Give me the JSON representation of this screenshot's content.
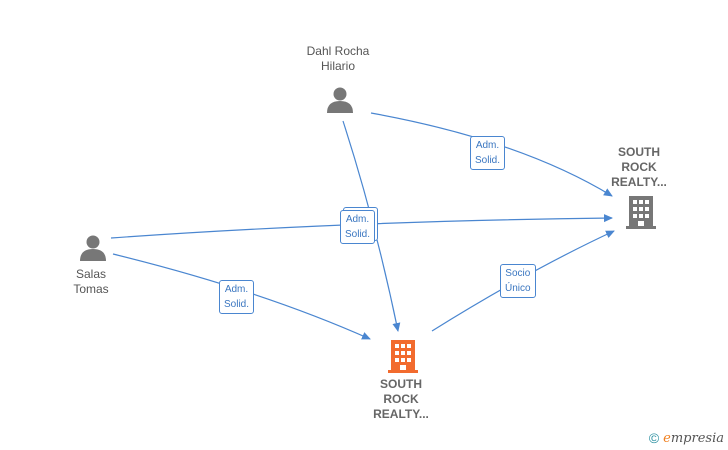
{
  "nodes": {
    "dahl": {
      "lines": [
        "Dahl Rocha",
        "Hilario"
      ],
      "kind": "person"
    },
    "salas": {
      "lines": [
        "Salas",
        "Tomas"
      ],
      "kind": "person"
    },
    "company_top": {
      "lines": [
        "SOUTH",
        "ROCK",
        "REALTY..."
      ],
      "kind": "company"
    },
    "company_main": {
      "lines": [
        "SOUTH",
        "ROCK",
        "REALTY..."
      ],
      "kind": "company"
    }
  },
  "edges": {
    "dahl_to_top": {
      "label": [
        "Adm.",
        "Solid."
      ]
    },
    "center": {
      "label": [
        "Adm.",
        "Solid."
      ]
    },
    "salas_to_main": {
      "label": [
        "Adm.",
        "Solid."
      ]
    },
    "main_to_top": {
      "label": [
        "Socio",
        "Único"
      ]
    }
  },
  "colors": {
    "edge": "#4a86d0",
    "person_icon": "#777777",
    "company_icon": "#777777",
    "company_main_icon": "#f26b2e"
  },
  "footer": {
    "copyright_symbol": "©",
    "brand_e": "e",
    "brand_rest": "mpresia"
  }
}
